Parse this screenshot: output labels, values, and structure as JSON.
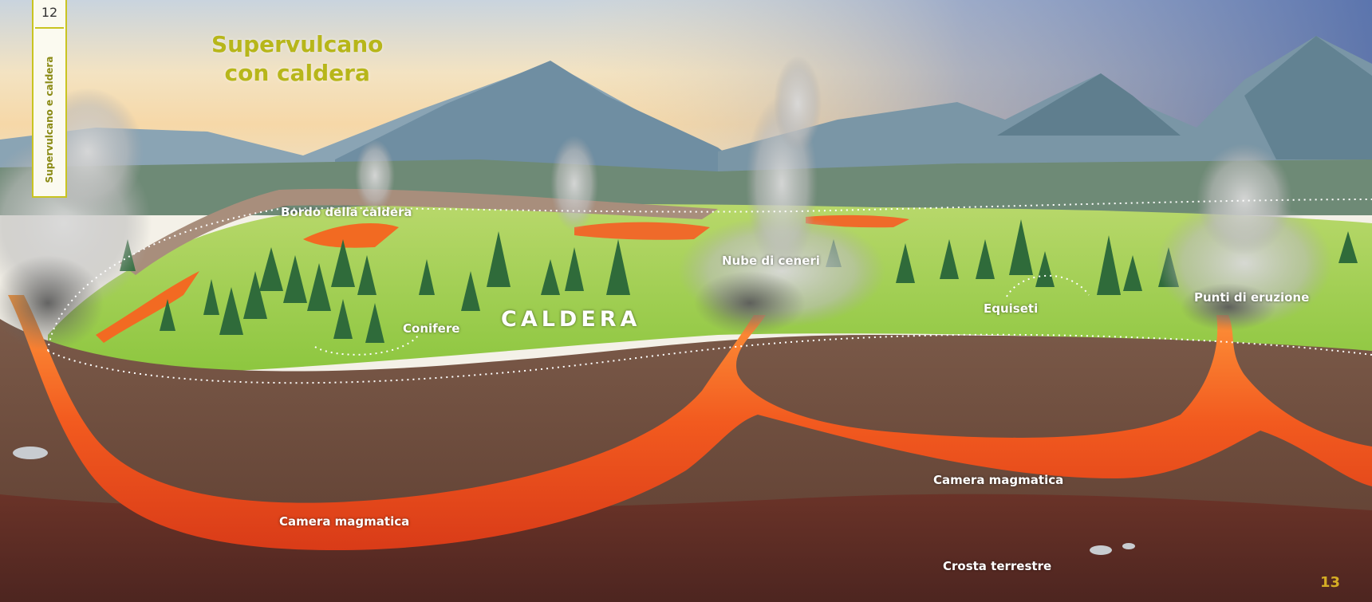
{
  "page": {
    "left_number": "12",
    "side_label": "Supervulcano e caldera",
    "right_number": "13"
  },
  "title": {
    "line1": "Supervulcano",
    "line2": "con caldera"
  },
  "labels": {
    "caldera_rim": "Bordo della caldera",
    "ash_cloud": "Nube di ceneri",
    "conifers": "Conifere",
    "caldera": "CALDERA",
    "horsetails": "Equiseti",
    "eruption_points": "Punti di eruzione",
    "magma_chamber_left": "Camera magmatica",
    "magma_chamber_right": "Camera magmatica",
    "earth_crust": "Crosta terrestre"
  },
  "colors": {
    "title": "#b7b61a",
    "tab_border": "#c9c421",
    "magma": "#f0551c",
    "crust": "#6e4a3a",
    "grass": "#9fd24a"
  }
}
